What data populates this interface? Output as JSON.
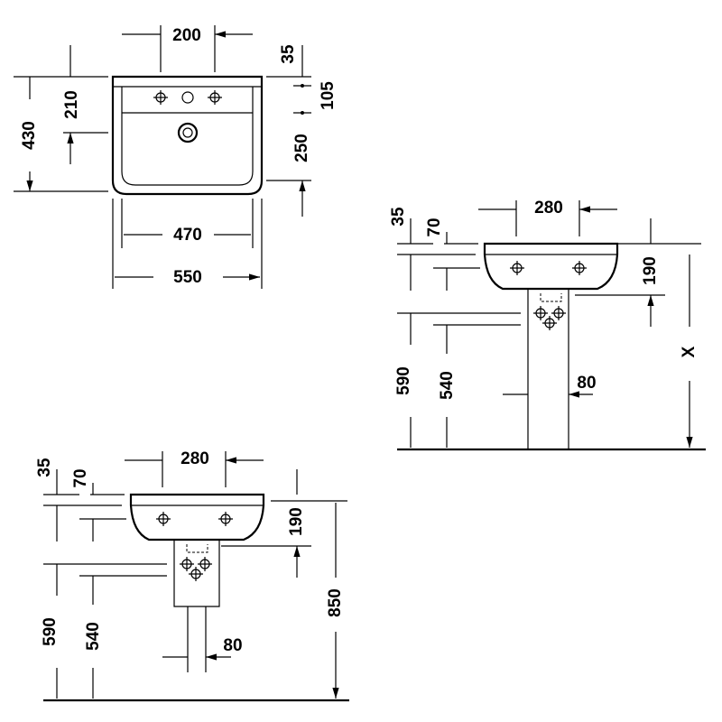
{
  "top_view": {
    "tap_spacing": "200",
    "rim_to_tap": "35",
    "tap_to_overflow": "105",
    "front_depth_tap": "210",
    "total_depth": "430",
    "overflow_to_front": "250",
    "bowl_width": "470",
    "total_width": "550"
  },
  "side_view_variable": {
    "pedestal_offset": "280",
    "rim_height": "35",
    "overflow_height": "70",
    "basin_height": "190",
    "mounting_height": "X",
    "waste_height": "590",
    "supply_height": "540",
    "pedestal_width": "80"
  },
  "side_view_fixed": {
    "pedestal_offset": "280",
    "rim_height": "35",
    "overflow_height": "70",
    "basin_height": "190",
    "mounting_height": "850",
    "waste_height": "590",
    "supply_height": "540",
    "pedestal_width": "80"
  }
}
